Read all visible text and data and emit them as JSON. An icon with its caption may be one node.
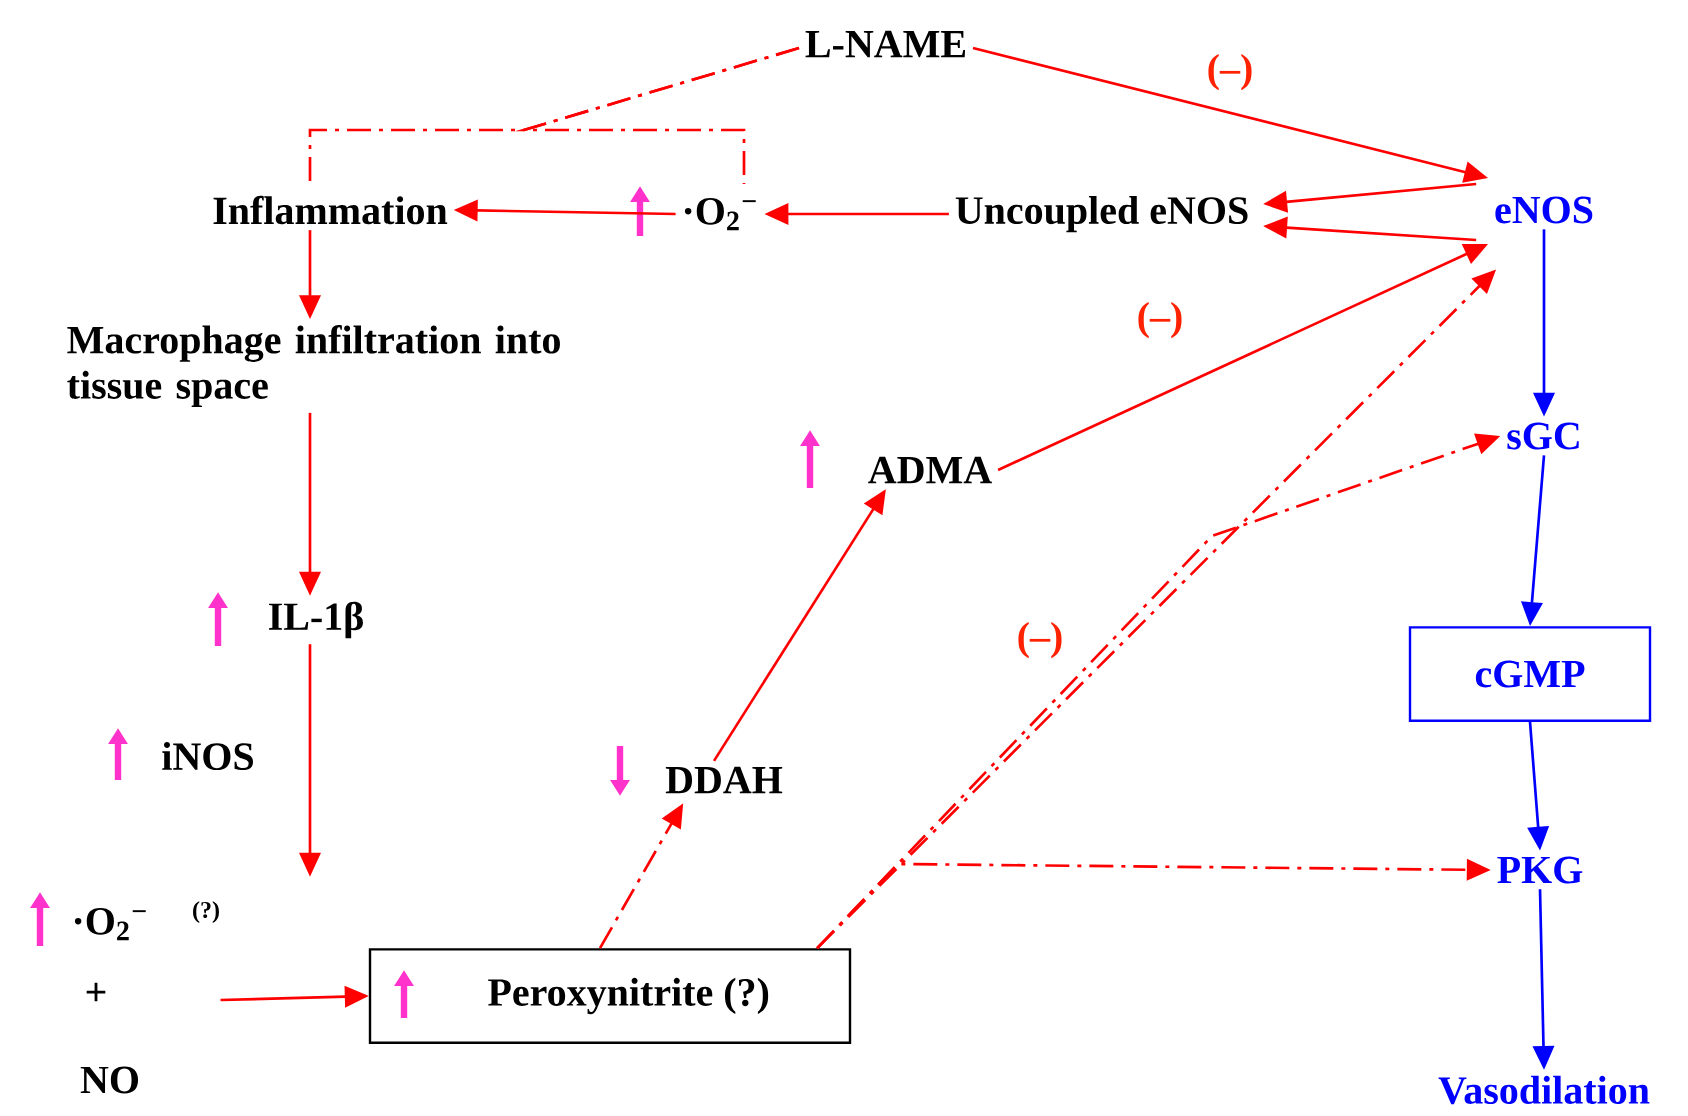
{
  "diagram": {
    "nodes": [
      {
        "text": [
          "L-NAME"
        ]
      },
      {
        "text": [
          "Uncoupled eNOS"
        ]
      },
      {
        "text": [
          "eNOS"
        ]
      },
      {
        "text": [
          "·O$_{2}$$^{−}$"
        ]
      },
      {
        "text": [
          "Inflammation"
        ]
      },
      {
        "text": [
          "Macrophage infiltration into tissue space"
        ]
      },
      {
        "text": [
          "IL-1β"
        ]
      },
      {
        "text": [
          "·O$_{2}$$^{−}$",
          "(?)",
          "+",
          "NO"
        ]
      },
      {
        "text": [
          "Peroxynitrite (?)"
        ]
      },
      {
        "text": [
          "DDAH"
        ]
      },
      {
        "text": [
          "ADMA"
        ]
      },
      {
        "text": [
          "sGC"
        ]
      },
      {
        "text": [
          "cGMP"
        ]
      },
      {
        "text": [
          "PKG"
        ]
      },
      {
        "text": [
          "Vasodilation"
        ]
      }
    ],
    "edges": [
      {
        "from": 0,
        "to": 2,
        "arrow": "to",
        "label": "(–)"
      },
      {
        "from": 2,
        "to": 1,
        "arrow": "to"
      },
      {
        "from": 2,
        "to": 1,
        "arrow": "to"
      },
      {
        "from": 10,
        "to": 2,
        "arrow": "to",
        "label": "(–)"
      },
      {
        "from": 1,
        "to": 3,
        "arrow": "to"
      },
      {
        "from": 3,
        "to": 4,
        "arrow": "to"
      },
      {
        "from": 4,
        "to": 5,
        "arrow": "to"
      },
      {
        "from": 5,
        "to": 6,
        "arrow": "to"
      },
      {
        "from": 6,
        "to": 7,
        "arrow": "to",
        "label": "iNOS"
      },
      {
        "from": 7,
        "to": 8,
        "arrow": "to"
      },
      {
        "from": 8,
        "to": 9,
        "arrow": "to",
        "style": "dashed"
      },
      {
        "from": 9,
        "to": 10,
        "arrow": "to"
      },
      {
        "from": 8,
        "to": 2,
        "arrow": "to",
        "style": "dashed",
        "label": "(–)"
      },
      {
        "from": 8,
        "to": 11,
        "arrow": "to",
        "style": "dashed"
      },
      {
        "from": 8,
        "to": 13,
        "arrow": "to",
        "style": "dashed"
      },
      {
        "from": 2,
        "to": 11,
        "arrow": "to",
        "color": "#0000ff"
      },
      {
        "from": 11,
        "to": 12,
        "arrow": "to",
        "color": "#0000ff"
      },
      {
        "from": 12,
        "to": 13,
        "arrow": "to",
        "color": "#0000ff"
      },
      {
        "from": 13,
        "to": 14,
        "arrow": "to",
        "color": "#0000ff"
      },
      {
        "from": 0,
        "to": 4,
        "arrow": "none",
        "style": "dashed"
      },
      {
        "from": 0,
        "to": 3,
        "arrow": "none",
        "style": "dashed"
      }
    ]
  }
}
